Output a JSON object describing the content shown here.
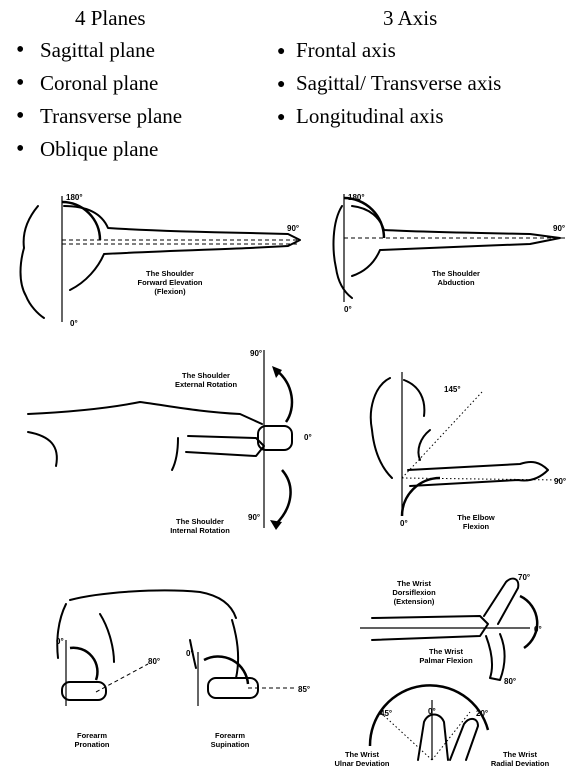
{
  "planes": {
    "title": "4 Planes",
    "items": [
      "Sagittal plane",
      "Coronal plane",
      "Transverse plane",
      "Oblique plane"
    ]
  },
  "axes": {
    "title": "3 Axis",
    "items": [
      "Frontal axis",
      "Sagittal/ Transverse axis",
      "Longitudinal axis"
    ]
  },
  "figures": {
    "shoulder_flexion": {
      "caption": [
        "The Shoulder",
        "Forward Elevation",
        "(Flexion)"
      ],
      "deg_top": "180°",
      "deg_right": "90°",
      "deg_bottom": "0°"
    },
    "shoulder_abduction": {
      "caption": [
        "The Shoulder",
        "Abduction"
      ],
      "deg_top": "180°",
      "deg_right": "90°",
      "deg_bottom": "0°"
    },
    "shoulder_rotation": {
      "caption_top": [
        "The Shoulder",
        "External Rotation"
      ],
      "caption_bottom": [
        "The Shoulder",
        "Internal Rotation"
      ],
      "deg_top": "90°",
      "deg_mid": "0°",
      "deg_bottom": "90°"
    },
    "elbow_flexion": {
      "caption": [
        "The Elbow",
        "Flexion"
      ],
      "deg_top": "145°",
      "deg_right": "90°",
      "deg_bottom": "0°"
    },
    "forearm": {
      "pronation_caption": [
        "Forearm",
        "Pronation"
      ],
      "supination_caption": [
        "Forearm",
        "Supination"
      ],
      "deg_pron_0": "0°",
      "deg_pron_80": "80°",
      "deg_sup_0": "0°",
      "deg_sup_85": "85°"
    },
    "wrist_flexion": {
      "caption_top": [
        "The Wrist",
        "Dorsiflexion",
        "(Extension)"
      ],
      "caption_bottom": [
        "The Wrist",
        "Palmar Flexion"
      ],
      "deg_top": "70°",
      "deg_mid": "0°",
      "deg_bottom": "80°"
    },
    "wrist_deviation": {
      "caption_left": [
        "The Wrist",
        "Ulnar Deviation"
      ],
      "caption_right": [
        "The Wrist",
        "Radial Deviation"
      ],
      "deg_left": "45°",
      "deg_mid": "0°",
      "deg_right": "20°"
    }
  }
}
